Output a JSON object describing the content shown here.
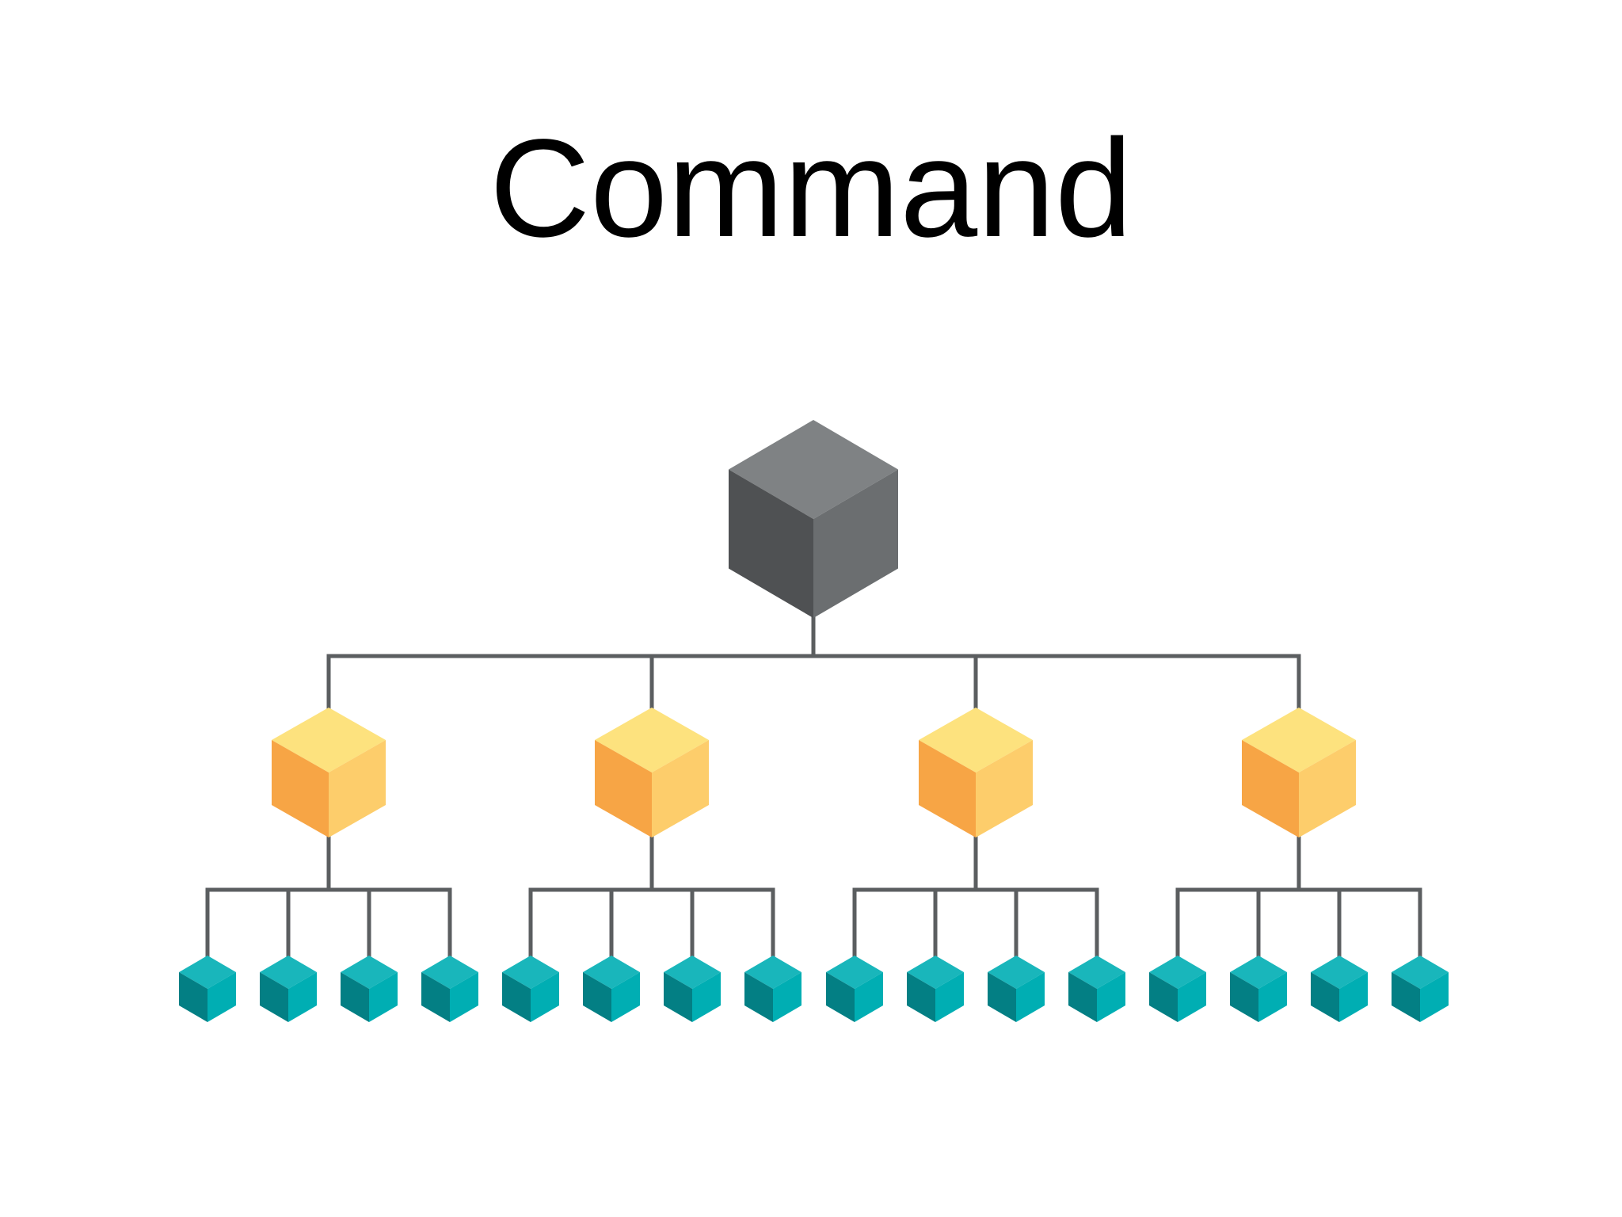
{
  "title": "Command",
  "diagram": {
    "type": "hierarchy-tree",
    "root": {
      "icon": "cube-icon",
      "color_top": "#7f8284",
      "color_left": "#4f5153",
      "color_right": "#6b6e70"
    },
    "middle_level": {
      "count": 4,
      "icon": "cube-icon",
      "color_top": "#fde27e",
      "color_left": "#f7a545",
      "color_right": "#fdcd6b"
    },
    "leaf_level": {
      "per_parent": 4,
      "icon": "cube-icon",
      "color_top": "#19b6bb",
      "color_left": "#037f84",
      "color_right": "#00aeb3"
    },
    "connector_color": "#5b5e60"
  }
}
